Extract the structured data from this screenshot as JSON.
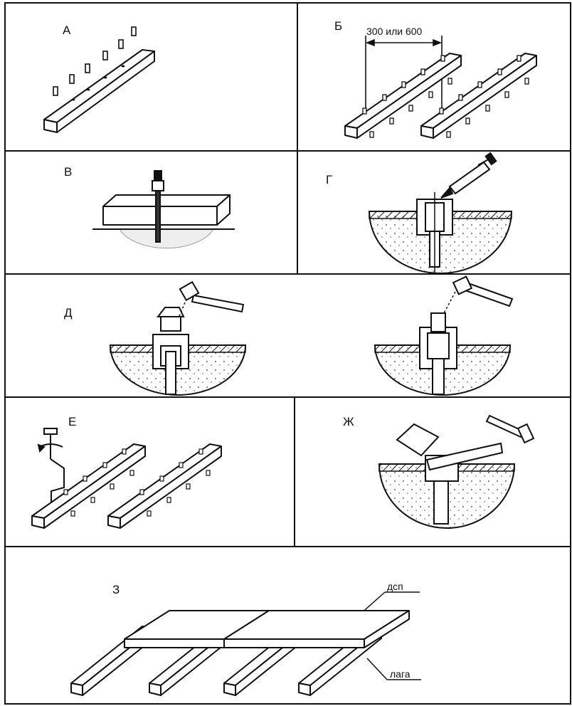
{
  "panels": {
    "a": {
      "label": "А"
    },
    "b": {
      "label": "Б",
      "dimension": "300 или 600"
    },
    "v": {
      "label": "В"
    },
    "g": {
      "label": "Г"
    },
    "d": {
      "label": "Д"
    },
    "e": {
      "label": "Е"
    },
    "zh": {
      "label": "Ж"
    },
    "z": {
      "label": "З",
      "board_label": "дсп",
      "joist_label": "лага"
    }
  }
}
